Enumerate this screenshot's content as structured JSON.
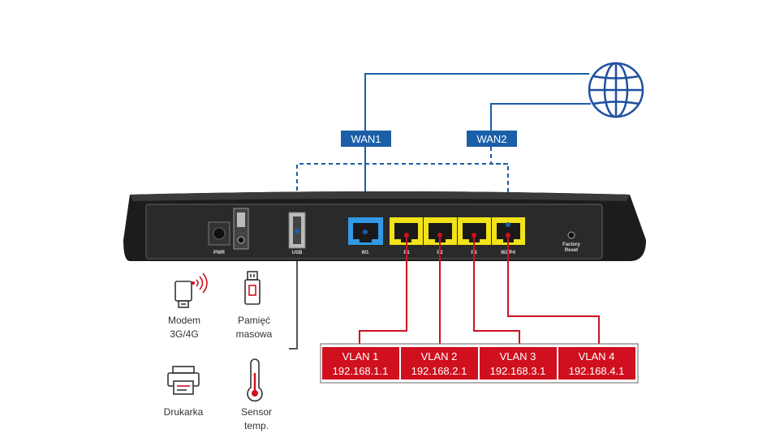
{
  "wan": {
    "wan1": "WAN1",
    "wan2": "WAN2"
  },
  "ports": {
    "pwr": "PWR",
    "usb": "USB",
    "w1": "W1",
    "p1": "P1",
    "p2": "P2",
    "p3": "P3",
    "w2p4": "W2/P4",
    "factory_line1": "Factory",
    "factory_line2": "Reset"
  },
  "vlans": [
    {
      "name": "VLAN 1",
      "ip": "192.168.1.1"
    },
    {
      "name": "VLAN 2",
      "ip": "192.168.2.1"
    },
    {
      "name": "VLAN 3",
      "ip": "192.168.3.1"
    },
    {
      "name": "VLAN 4",
      "ip": "192.168.4.1"
    }
  ],
  "devices": {
    "modem": [
      "Modem",
      "3G/4G"
    ],
    "storage": [
      "Pamięć",
      "masowa"
    ],
    "printer": [
      "Drukarka"
    ],
    "sensor": [
      "Sensor",
      "temp."
    ]
  },
  "colors": {
    "wan_blue": "#1a5fa8",
    "vlan_red": "#d0101e",
    "lan_yellow": "#f2e21a",
    "router_body": "#222222",
    "wan_port_blue": "#3399e6",
    "globe": "#1f4fa0"
  },
  "icons": {
    "globe": "globe-icon",
    "modem": "modem-icon",
    "storage": "storage-icon",
    "printer": "printer-icon",
    "sensor": "thermometer-icon"
  }
}
